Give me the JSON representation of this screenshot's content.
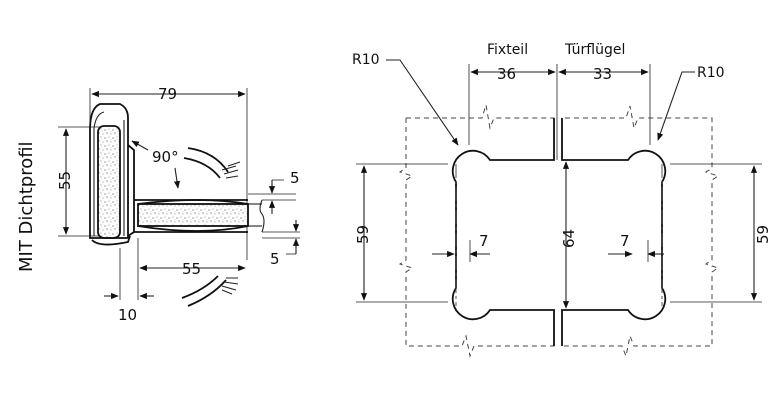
{
  "side_label": "MIT Dichtprofil",
  "left_view": {
    "width_79": "79",
    "height_55": "55",
    "angle_90": "90°",
    "gap_5_top": "5",
    "gap_5_bottom": "5",
    "length_55": "55",
    "offset_10": "10"
  },
  "right_view": {
    "fixteil": "Fixteil",
    "tuerfluegel": "Türflügel",
    "r10_left": "R10",
    "r10_right": "R10",
    "w36": "36",
    "w33": "33",
    "h59_left": "59",
    "h59_right": "59",
    "h64": "64",
    "d7_left": "7",
    "d7_right": "7"
  }
}
